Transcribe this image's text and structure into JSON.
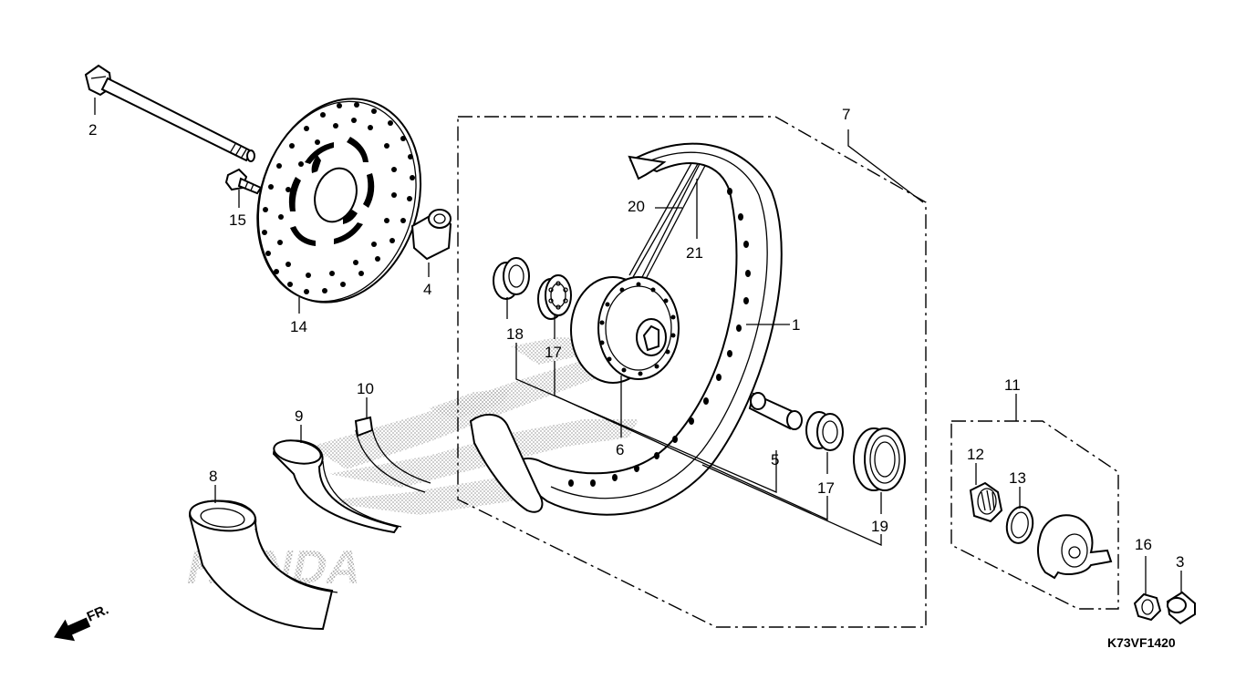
{
  "diagram": {
    "reference_code": "K73VF1420",
    "direction_label": "FR.",
    "watermark_text": "HONDA",
    "callouts": [
      {
        "id": "1"
      },
      {
        "id": "2"
      },
      {
        "id": "3"
      },
      {
        "id": "4"
      },
      {
        "id": "5"
      },
      {
        "id": "6"
      },
      {
        "id": "7"
      },
      {
        "id": "8"
      },
      {
        "id": "9"
      },
      {
        "id": "10"
      },
      {
        "id": "11"
      },
      {
        "id": "12"
      },
      {
        "id": "13"
      },
      {
        "id": "14"
      },
      {
        "id": "15"
      },
      {
        "id": "16"
      },
      {
        "id": "17"
      },
      {
        "id": "17"
      },
      {
        "id": "18"
      },
      {
        "id": "19"
      },
      {
        "id": "20"
      },
      {
        "id": "21"
      }
    ]
  }
}
